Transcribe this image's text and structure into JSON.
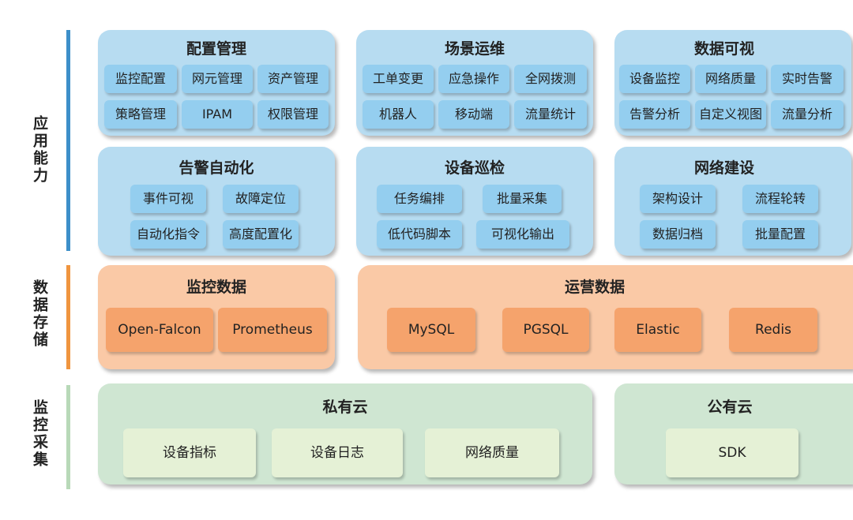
{
  "layers": [
    {
      "label": "应用能力",
      "color": "#3d8fc9"
    },
    {
      "label": "数据存储",
      "color": "#f0953f"
    },
    {
      "label": "监控采集",
      "color": "#b8d9b8"
    }
  ],
  "panels": {
    "config": {
      "title": "配置管理",
      "items": [
        "监控配置",
        "网元管理",
        "资产管理",
        "策略管理",
        "IPAM",
        "权限管理"
      ]
    },
    "scenario": {
      "title": "场景运维",
      "items": [
        "工单变更",
        "应急操作",
        "全网拨测",
        "机器人",
        "移动端",
        "流量统计"
      ]
    },
    "visual": {
      "title": "数据可视",
      "items": [
        "设备监控",
        "网络质量",
        "实时告警",
        "告警分析",
        "自定义视图",
        "流量分析"
      ]
    },
    "alarm": {
      "title": "告警自动化",
      "items": [
        "事件可视",
        "故障定位",
        "自动化指令",
        "高度配置化"
      ]
    },
    "inspect": {
      "title": "设备巡检",
      "items": [
        "任务编排",
        "批量采集",
        "低代码脚本",
        "可视化输出"
      ]
    },
    "build": {
      "title": "网络建设",
      "items": [
        "架构设计",
        "流程轮转",
        "数据归档",
        "批量配置"
      ]
    },
    "monitor_data": {
      "title": "监控数据",
      "items": [
        "Open-Falcon",
        "Prometheus"
      ]
    },
    "ops_data": {
      "title": "运营数据",
      "items": [
        "MySQL",
        "PGSQL",
        "Elastic",
        "Redis"
      ]
    },
    "private_cloud": {
      "title": "私有云",
      "items": [
        "设备指标",
        "设备日志",
        "网络质量"
      ]
    },
    "public_cloud": {
      "title": "公有云",
      "items": [
        "SDK"
      ]
    }
  }
}
